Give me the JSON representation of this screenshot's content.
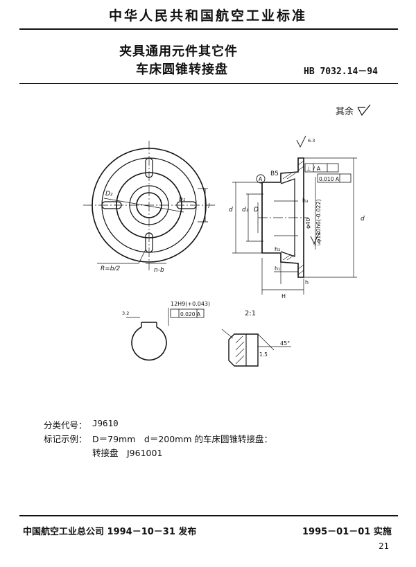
{
  "header": {
    "standard_org": "中华人民共和国航空工业标准",
    "title_line1": "夹具通用元件其它件",
    "title_line2": "车床圆锥转接盘",
    "standard_code": "HB 7032.14－94",
    "roughness_note": "其余"
  },
  "drawing": {
    "labels": {
      "d2": "D₂",
      "b1": "b₁",
      "l_dim": "l",
      "r_dim": "R=b/2",
      "nb": "n-b",
      "d": "d",
      "d1": "d₁",
      "D": "D",
      "B5": "B5",
      "datum": "A",
      "phi40": "φ40",
      "phi120": "φ120h6(-0.022)",
      "h3": "h₃",
      "h2": "h₂",
      "h1": "h₁",
      "h": "h",
      "H": "H",
      "d_right": "d",
      "tol_perp": "⊥  /  A",
      "tol_flat": "0.010 A",
      "rough_63a": "6.3",
      "rough_63b": "6.3",
      "rough_32": "3.2",
      "slot_fit": "12H9(+0.043)",
      "slot_pos": "0.020 A",
      "scale": "2:1",
      "chamfer": "1.5",
      "angle": "45°"
    }
  },
  "meta": {
    "class_label": "分类代号：",
    "class_value": "J9610",
    "mark_label": "标记示例：",
    "mark_value": "D＝79mm　d＝200mm 的车床圆锥转接盘：",
    "mark_value2": "转接盘　J961001"
  },
  "footer": {
    "publisher": "中国航空工业总公司 1994－10－31 发布",
    "effective": "1995－01－01 实施",
    "page": "21"
  }
}
